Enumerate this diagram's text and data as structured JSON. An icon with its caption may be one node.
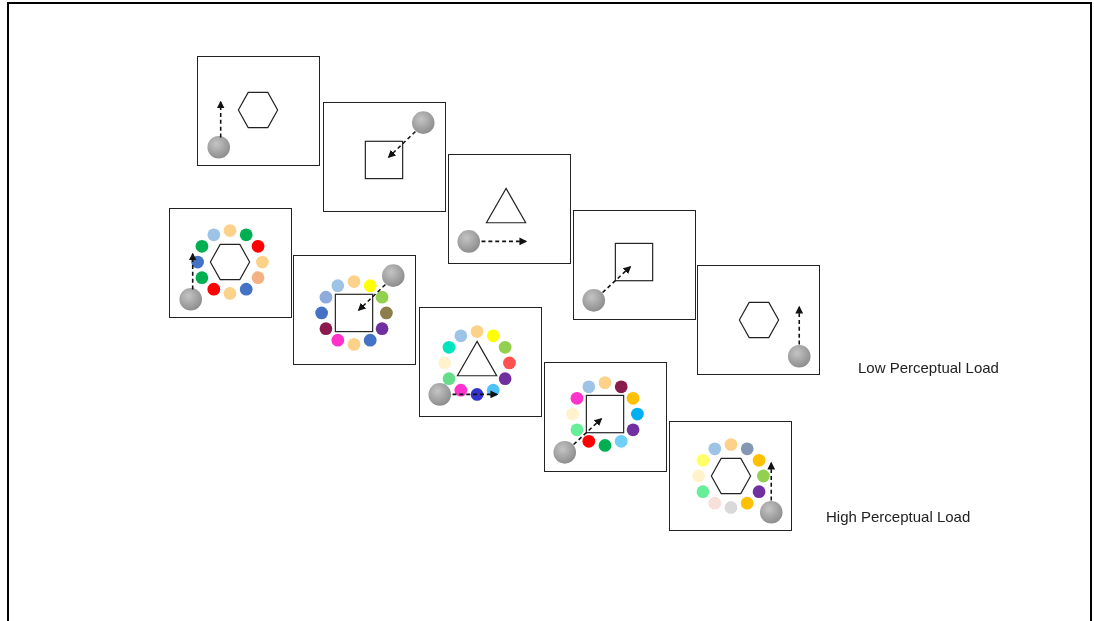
{
  "diagram": {
    "nodes": [
      {
        "text": [],
        "shape": "picture"
      },
      {
        "text": [],
        "shape": "picture"
      },
      {
        "text": [],
        "shape": "picture"
      },
      {
        "text": [],
        "shape": "picture"
      },
      {
        "text": [],
        "shape": "picture"
      },
      {
        "text": [],
        "shape": "picture"
      },
      {
        "text": [],
        "shape": "picture"
      },
      {
        "text": [],
        "shape": "picture"
      },
      {
        "text": [],
        "shape": "picture"
      },
      {
        "text": [],
        "shape": "picture"
      }
    ],
    "labels": [
      "Low Perceptual Load",
      "High Perceptual Load"
    ]
  }
}
